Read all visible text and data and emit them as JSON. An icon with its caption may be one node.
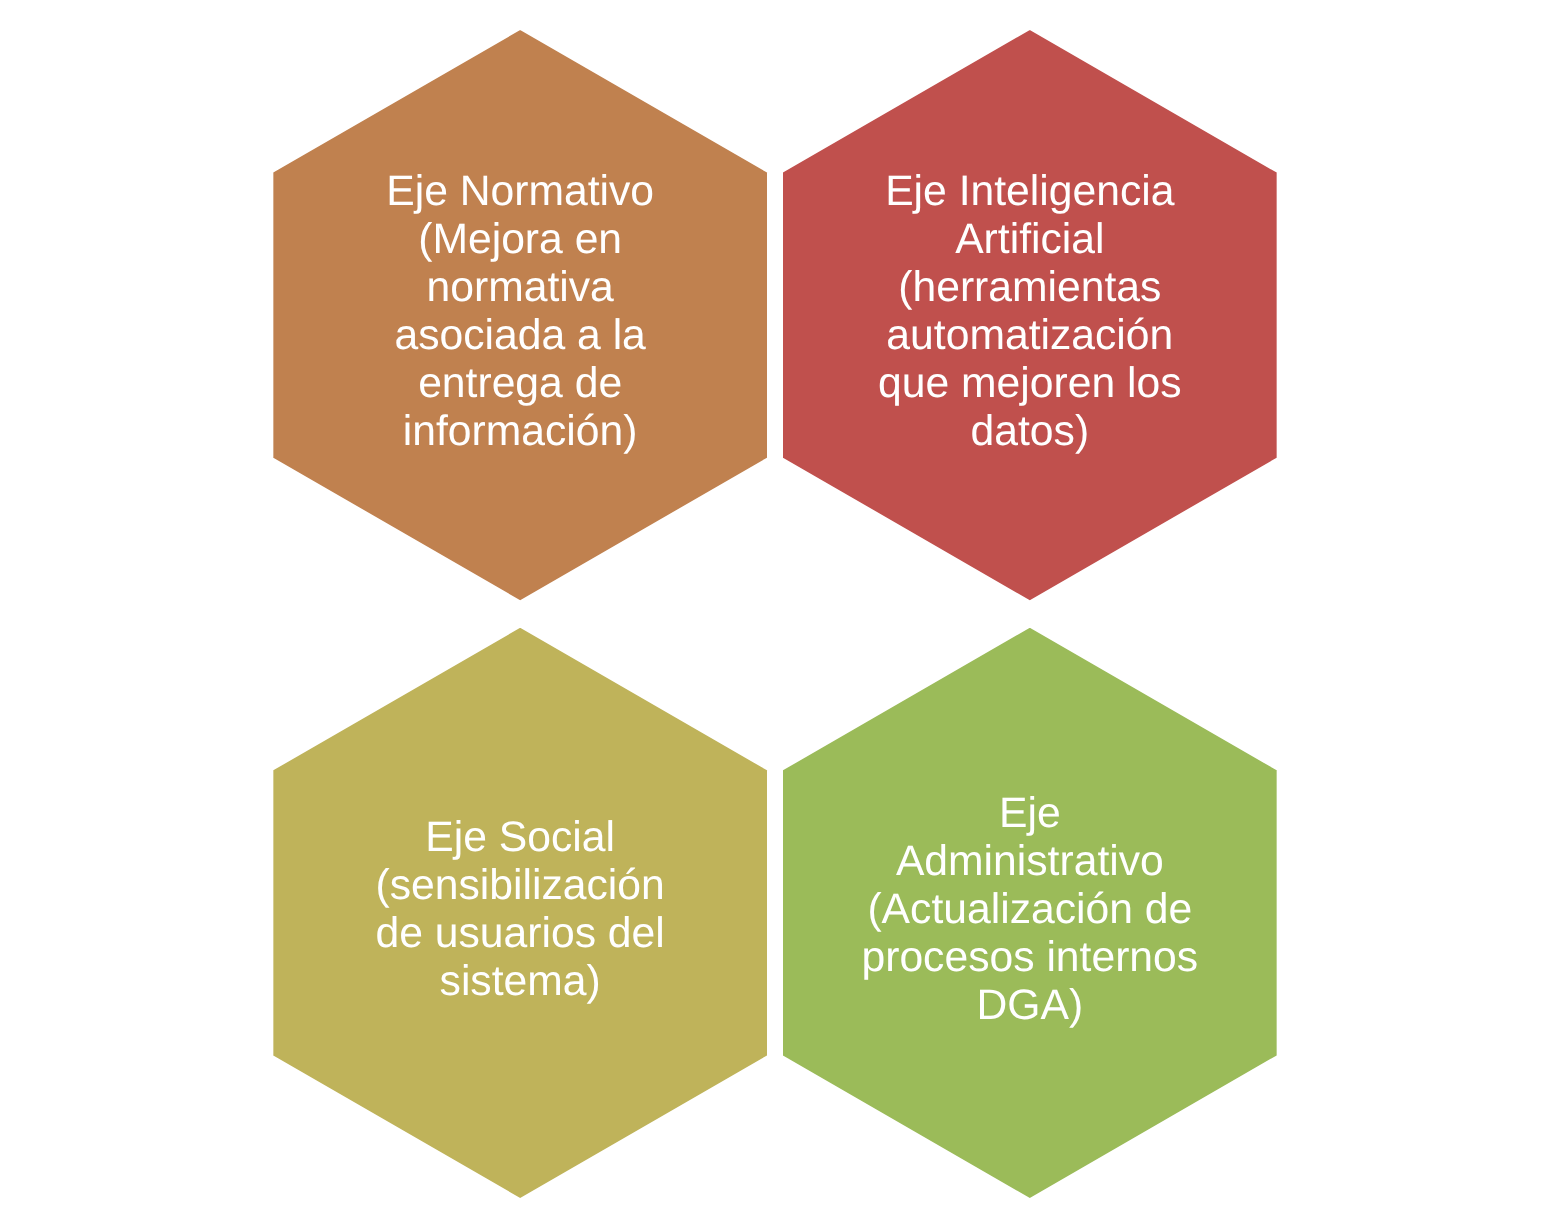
{
  "diagram": {
    "nodes": [
      {
        "text": [
          "Eje Normativo",
          "(Mejora en normativa asociada a la entrega de información)"
        ]
      },
      {
        "text": [
          "Eje Inteligencia Artificial",
          "(herramientas automatización que mejoren los datos)"
        ]
      },
      {
        "text": [
          "Eje Social",
          "(sensibilización de usuarios del sistema)"
        ]
      },
      {
        "text": [
          "Eje Administrativo",
          "(Actualización de procesos internos DGA)"
        ]
      }
    ]
  }
}
